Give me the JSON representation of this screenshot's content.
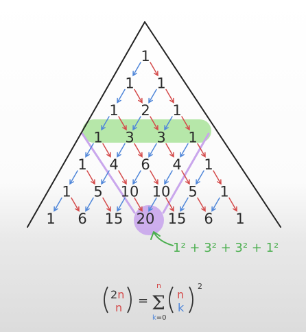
{
  "triangle": {
    "rows": [
      [
        "1"
      ],
      [
        "1",
        "1"
      ],
      [
        "1",
        "2",
        "1"
      ],
      [
        "1",
        "3",
        "3",
        "1"
      ],
      [
        "1",
        "4",
        "6",
        "4",
        "1"
      ],
      [
        "1",
        "5",
        "10",
        "10",
        "5",
        "1"
      ],
      [
        "1",
        "6",
        "15",
        "20",
        "15",
        "6",
        "1"
      ]
    ]
  },
  "annotation": {
    "sum_text": "1² + 3² + 3² + 1²"
  },
  "formula": {
    "lhs_top": "2n",
    "lhs_bottom": "n",
    "sum_upper": "n",
    "sum_lower": "k=0",
    "rhs_top": "n",
    "rhs_bottom": "k",
    "exponent": "2",
    "equals": "="
  },
  "colors": {
    "highlight_row": "#a9e39a",
    "highlight_cell": "#c9a6ec",
    "arrow_left": "#4f86d9",
    "arrow_right": "#d44a4a",
    "annotation": "#4caf50",
    "path_purple": "#c9a6ec"
  }
}
